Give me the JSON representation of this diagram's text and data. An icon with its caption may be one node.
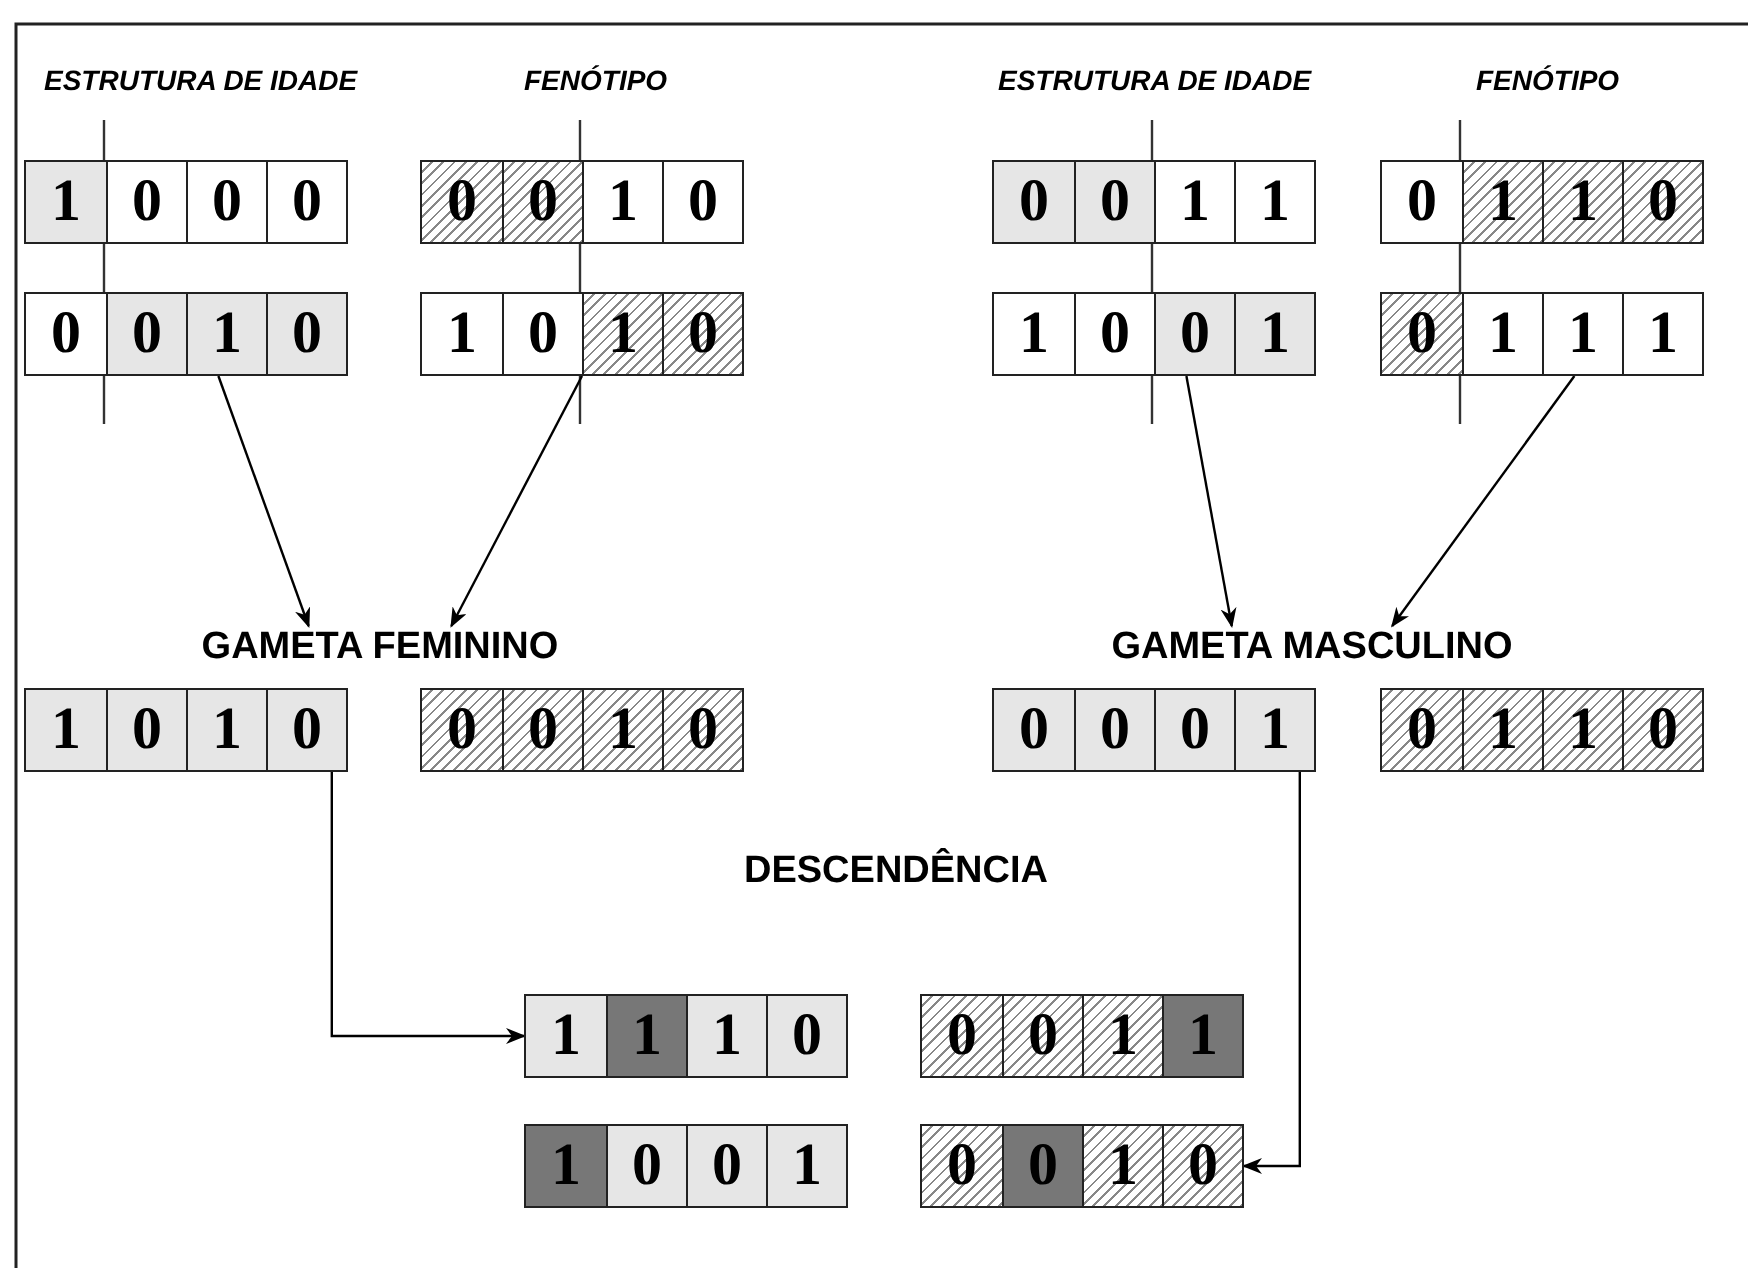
{
  "diagram": {
    "nodes": [
      {
        "text": [
          "1",
          "0",
          "0",
          "0"
        ]
      },
      {
        "text": [
          "0",
          "0",
          "1",
          "0"
        ]
      },
      {
        "text": [
          "0",
          "0",
          "1",
          "1"
        ]
      },
      {
        "text": [
          "0",
          "1",
          "1",
          "0"
        ]
      },
      {
        "text": [
          "0",
          "0",
          "1",
          "0"
        ]
      },
      {
        "text": [
          "1",
          "0",
          "1",
          "0"
        ]
      },
      {
        "text": [
          "1",
          "0",
          "0",
          "1"
        ]
      },
      {
        "text": [
          "0",
          "1",
          "1",
          "1"
        ]
      },
      {
        "text": [
          "GAMETA FEMININO"
        ]
      },
      {
        "text": [
          "GAMETA MASCULINO"
        ]
      },
      {
        "text": [
          "1",
          "0",
          "1",
          "0"
        ]
      },
      {
        "text": [
          "0",
          "0",
          "1",
          "0"
        ]
      },
      {
        "text": [
          "0",
          "0",
          "0",
          "1"
        ]
      },
      {
        "text": [
          "0",
          "1",
          "1",
          "0"
        ]
      },
      {
        "text": [
          "1",
          "1",
          "1",
          "0"
        ]
      },
      {
        "text": [
          "0",
          "0",
          "1",
          "1"
        ]
      },
      {
        "text": [
          "1",
          "0",
          "0",
          "1"
        ]
      },
      {
        "text": [
          "0",
          "0",
          "1",
          "0"
        ]
      }
    ],
    "edges": [
      {
        "from": 4,
        "to": 8,
        "arrow": "to"
      },
      {
        "from": 5,
        "to": 8,
        "arrow": "to"
      },
      {
        "from": 6,
        "to": 9,
        "arrow": "to"
      },
      {
        "from": 7,
        "to": 9,
        "arrow": "to"
      },
      {
        "from": 10,
        "to": 14,
        "arrow": "to"
      },
      {
        "from": 12,
        "to": 17,
        "arrow": "to"
      }
    ],
    "labels": [
      "ESTRUTURA DE IDADE",
      "FENÓTIPO",
      "ESTRUTURA DE IDADE",
      "FENÓTIPO",
      "DESCENDÊNCIA"
    ]
  }
}
